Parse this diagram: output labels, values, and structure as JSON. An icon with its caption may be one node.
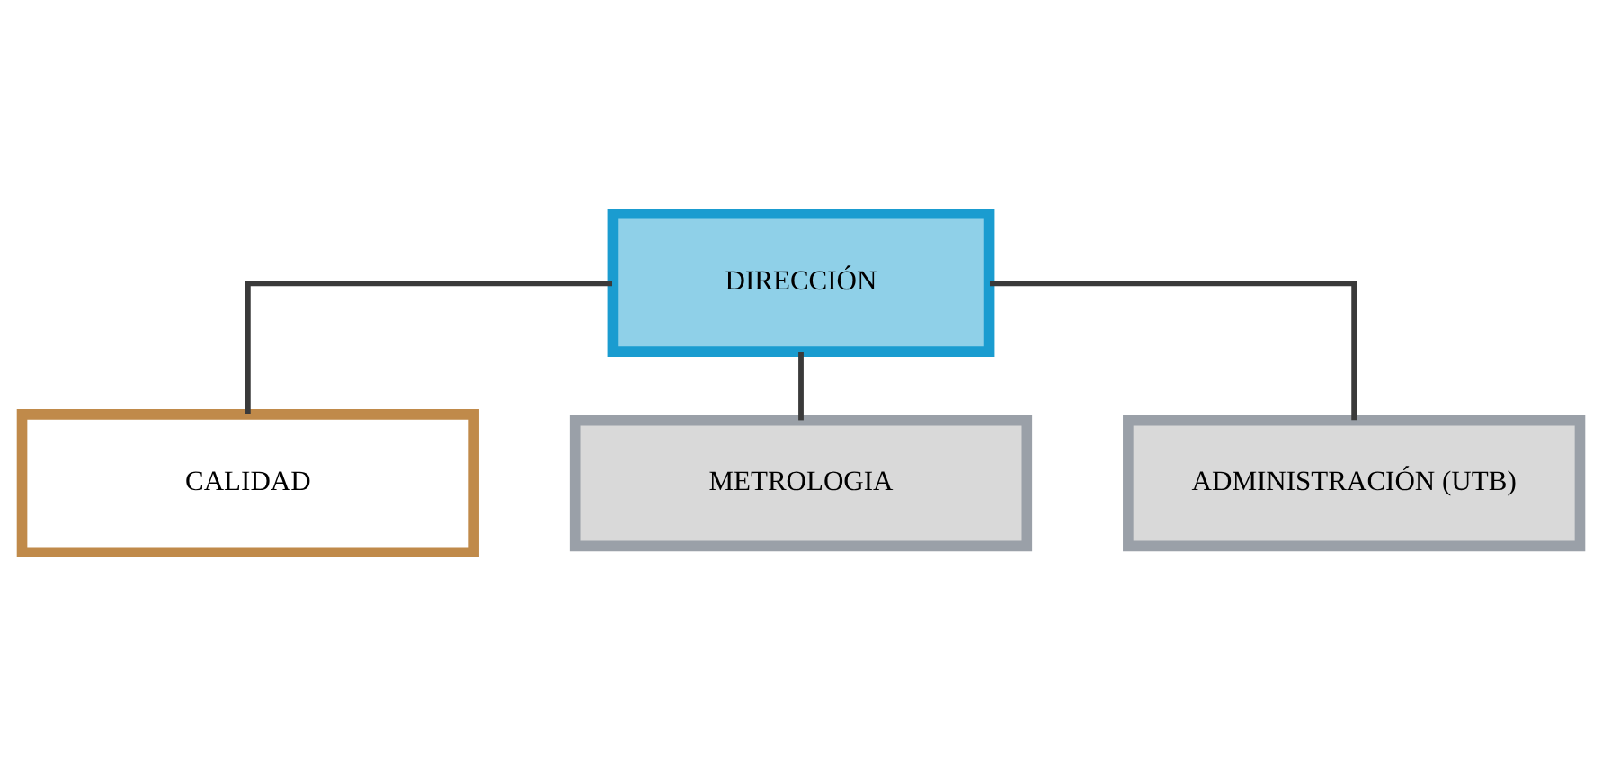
{
  "diagram": {
    "nodes": [
      {
        "text": [
          "DIRECCIÓN"
        ]
      },
      {
        "text": [
          "CALIDAD"
        ]
      },
      {
        "text": [
          "METROLOGIA"
        ]
      },
      {
        "text": [
          "ADMINISTRACIÓN (UTB)"
        ]
      }
    ],
    "edges": [
      {
        "from": 0,
        "to": 1,
        "arrow": "none"
      },
      {
        "from": 0,
        "to": 2,
        "arrow": "none"
      },
      {
        "from": 0,
        "to": 3,
        "arrow": "none"
      }
    ]
  }
}
